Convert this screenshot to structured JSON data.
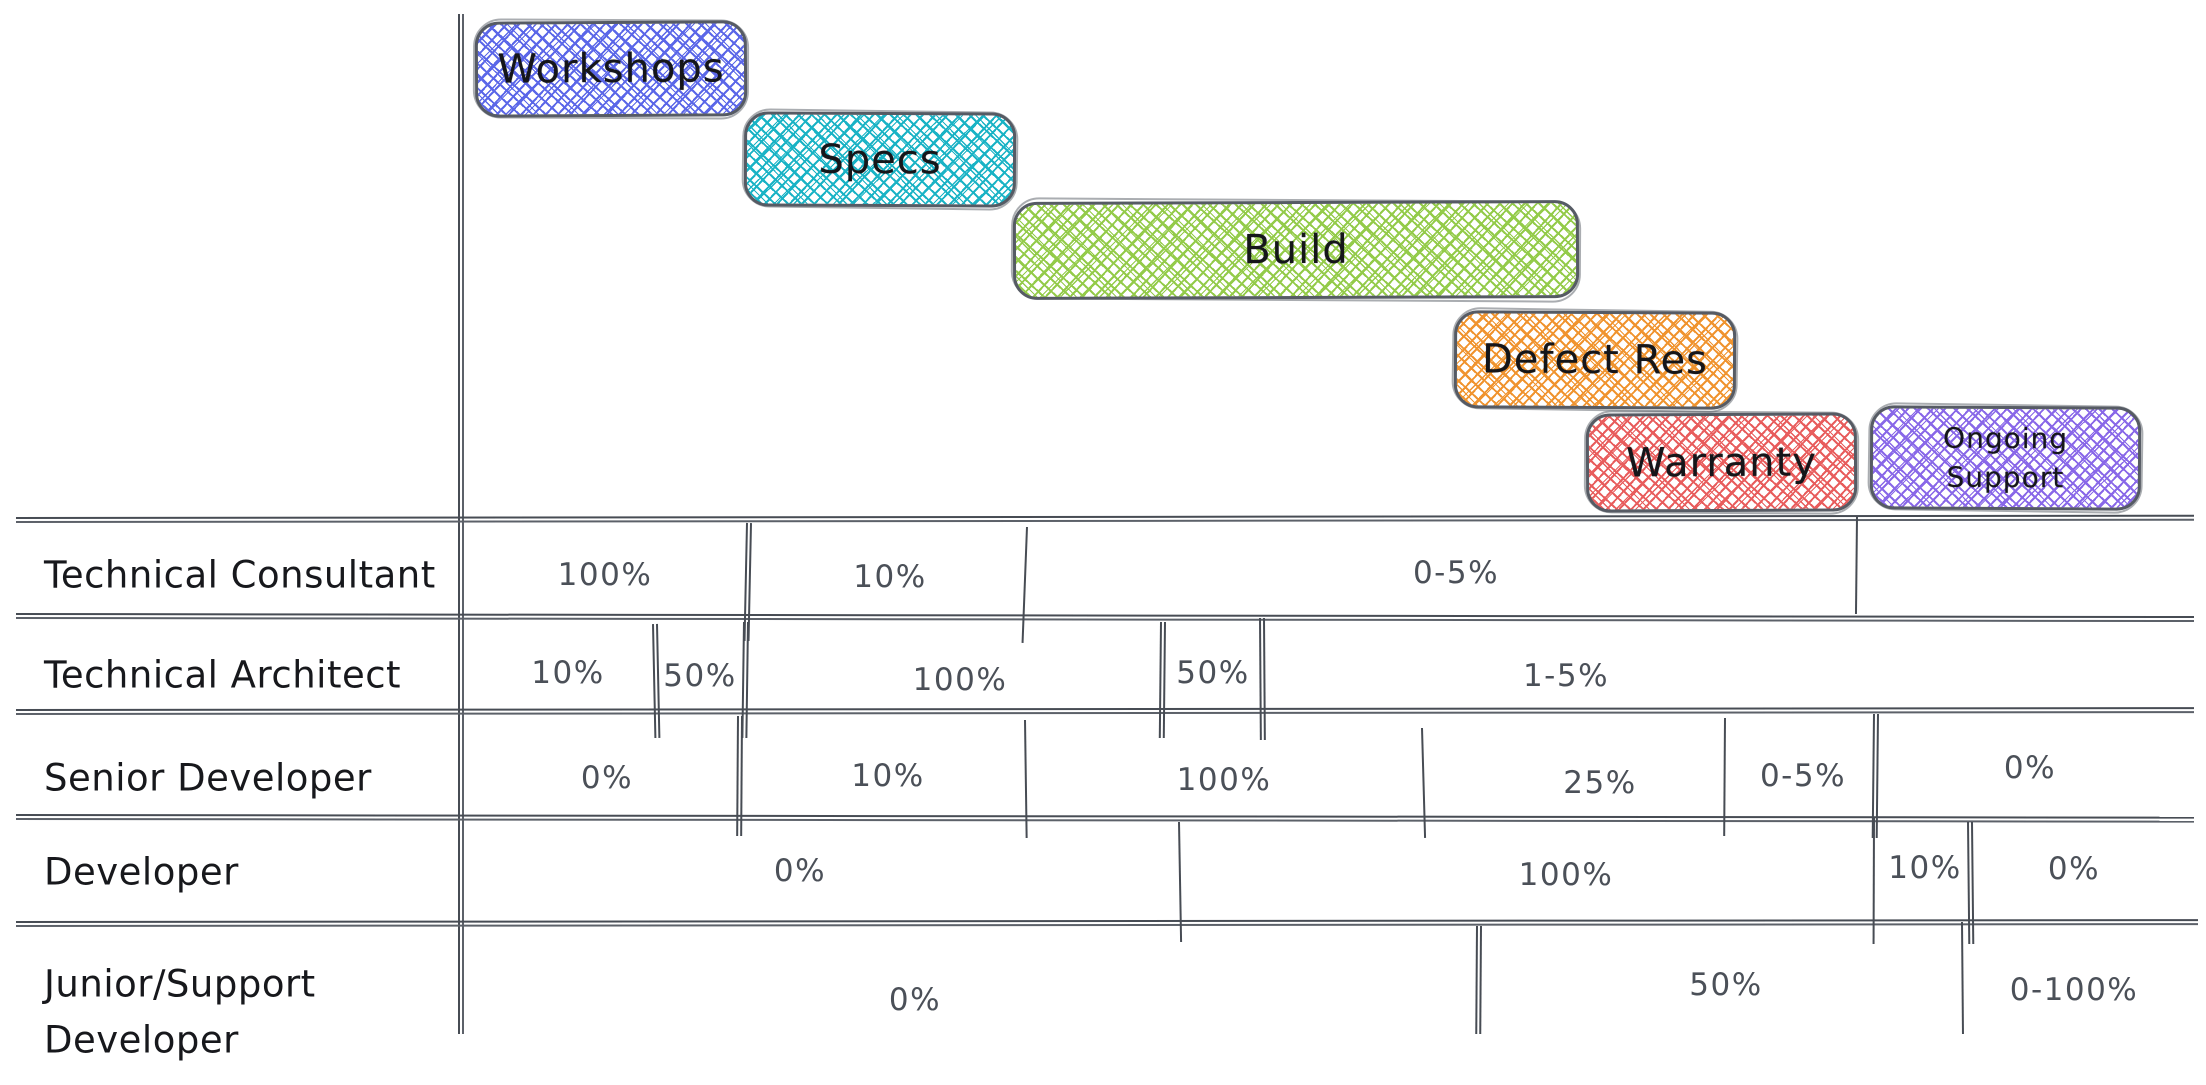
{
  "chart_data": {
    "type": "gantt",
    "title": "",
    "phases": [
      {
        "label": "Workshops",
        "color": "#5b67e8"
      },
      {
        "label": "Specs",
        "color": "#1ab3c5"
      },
      {
        "label": "Build",
        "color": "#94cb4a"
      },
      {
        "label": "Defect Res",
        "color": "#f0942f"
      },
      {
        "label": "Warranty",
        "color": "#e85d5d"
      },
      {
        "label": "Ongoing Support",
        "color": "#8968e8"
      }
    ],
    "roles": [
      {
        "label": "Technical Consultant",
        "cells": [
          {
            "value": "100%"
          },
          {
            "value": "10%"
          },
          {
            "value": "0-5%"
          }
        ]
      },
      {
        "label": "Technical Architect",
        "cells": [
          {
            "value": "10%"
          },
          {
            "value": "50%"
          },
          {
            "value": "100%"
          },
          {
            "value": "50%"
          },
          {
            "value": "1-5%"
          }
        ]
      },
      {
        "label": "Senior Developer",
        "cells": [
          {
            "value": "0%"
          },
          {
            "value": "10%"
          },
          {
            "value": "100%"
          },
          {
            "value": "25%"
          },
          {
            "value": "0-5%"
          },
          {
            "value": "0%"
          }
        ]
      },
      {
        "label": "Developer",
        "cells": [
          {
            "value": "0%"
          },
          {
            "value": "100%"
          },
          {
            "value": "10%"
          },
          {
            "value": "0%"
          }
        ]
      },
      {
        "label": "Junior/Support Developer",
        "cells": [
          {
            "value": "0%"
          },
          {
            "value": "50%"
          },
          {
            "value": "0-100%"
          }
        ]
      }
    ],
    "style": {
      "line_color": "#474c54",
      "value_text_color": "#4b5058",
      "label_text_color": "#17181c",
      "background": "#ffffff"
    },
    "layout_hints": {
      "legend": "none",
      "grid": "hand-drawn table",
      "phases_align_with_columns": true
    }
  }
}
